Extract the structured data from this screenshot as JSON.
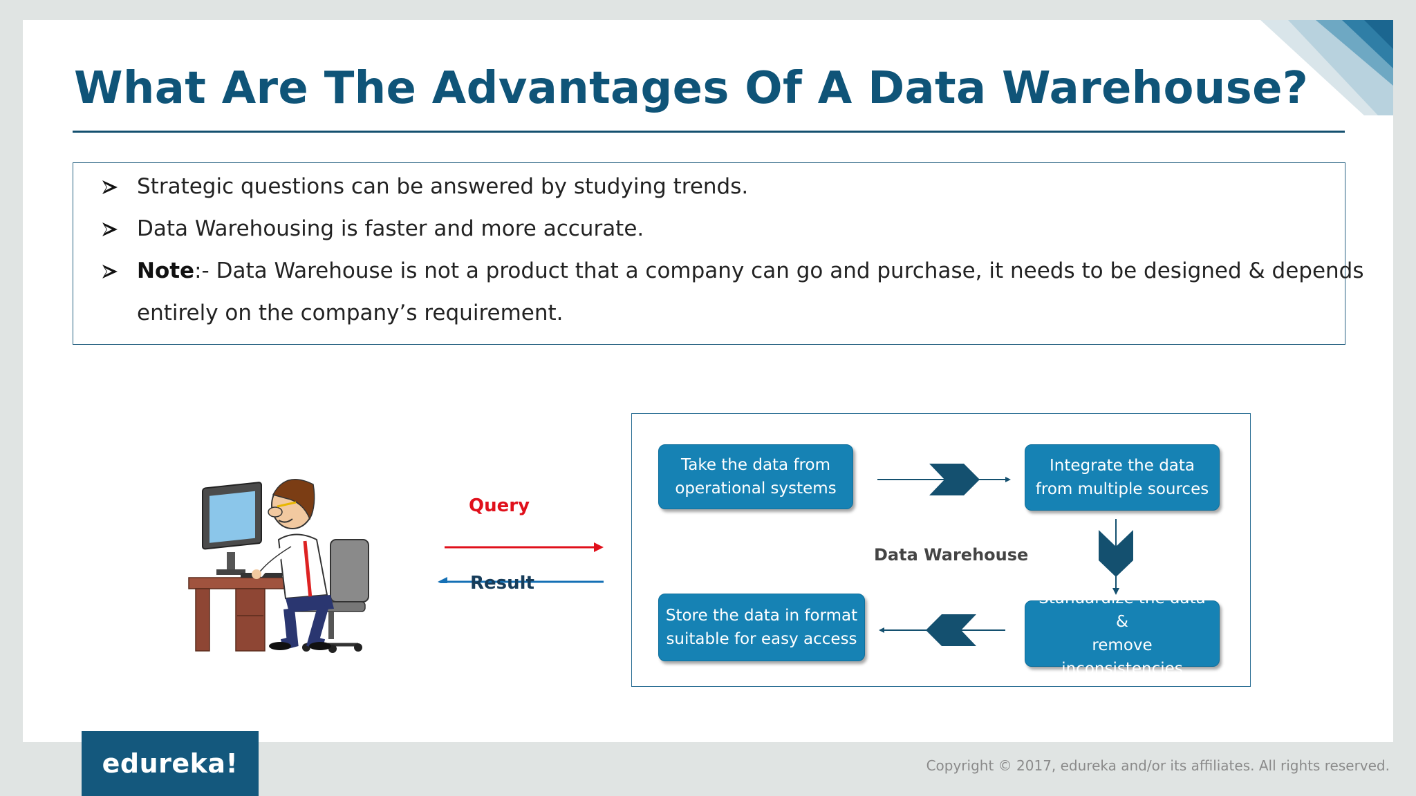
{
  "slide": {
    "title": "What Are The Advantages Of A Data Warehouse?",
    "bullets": [
      "Strategic questions can be answered by studying trends.",
      "Data Warehousing is faster and more accurate."
    ],
    "note": {
      "bold": "Note",
      "line1": ":- Data Warehouse is not a product that a company can go and purchase, it needs to be designed & depends",
      "line2": "entirely on the company’s requirement."
    }
  },
  "diagram": {
    "query_label": "Query",
    "result_label": "Result",
    "center_label": "Data Warehouse",
    "steps": [
      "Take the data from\noperational systems",
      "Integrate the data\nfrom multiple sources",
      "Standardize the data &\nremove inconsistencies",
      "Store the data in format\nsuitable for easy access"
    ]
  },
  "footer": {
    "logo": "edureka!",
    "copyright": "Copyright © 2017, edureka and/or its affiliates. All rights reserved."
  },
  "colors": {
    "title": "#0f5478",
    "step_fill": "#1682b4",
    "query_arrow": "#e0101b",
    "result_arrow": "#1570b5",
    "logo_bg": "#14587d"
  }
}
